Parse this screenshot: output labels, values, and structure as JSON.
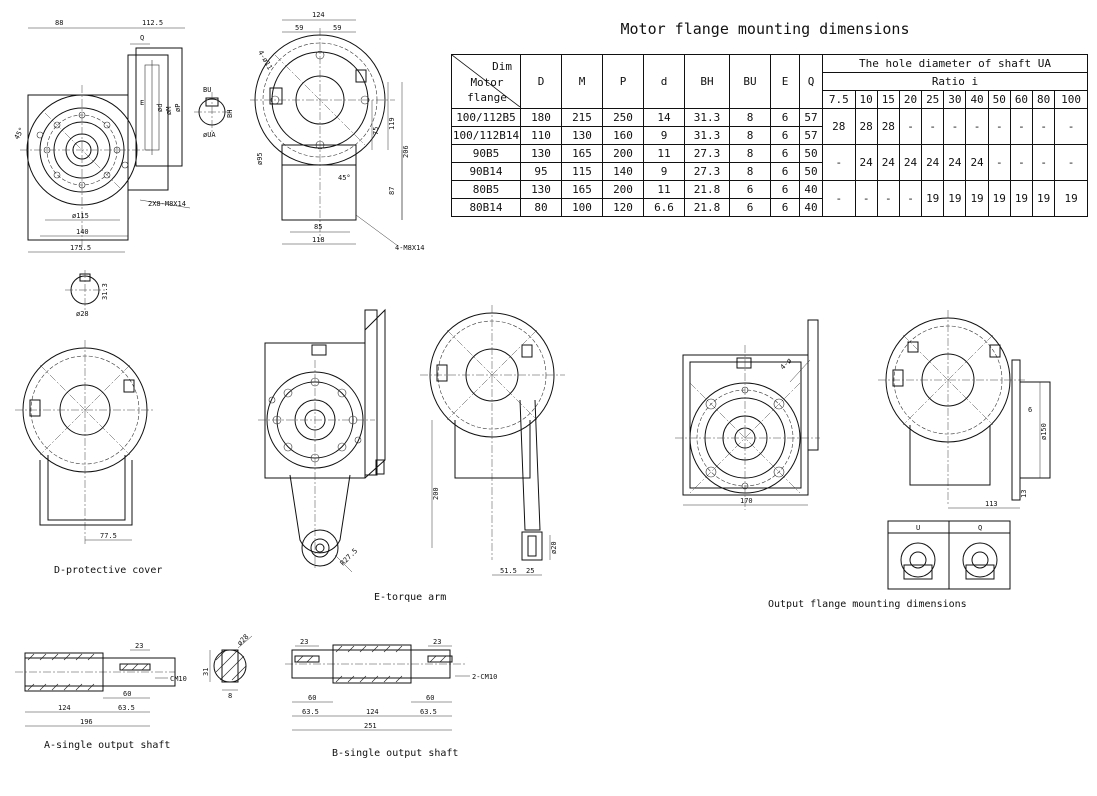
{
  "table": {
    "title": "Motor flange mounting dimensions",
    "corner_top": "Dim",
    "corner_bottom": "Motor flange",
    "columns": [
      "D",
      "M",
      "P",
      "d",
      "BH",
      "BU",
      "E",
      "Q"
    ],
    "ua_header": "The hole diameter of shaft UA",
    "ratio_header": "Ratio i",
    "ratios": [
      "7.5",
      "10",
      "15",
      "20",
      "25",
      "30",
      "40",
      "50",
      "60",
      "80",
      "100"
    ],
    "rows": [
      {
        "flange": "100/112B5",
        "values": [
          "180",
          "215",
          "250",
          "14",
          "31.3",
          "8",
          "6",
          "57"
        ]
      },
      {
        "flange": "100/112B14",
        "values": [
          "110",
          "130",
          "160",
          "9",
          "31.3",
          "8",
          "6",
          "57"
        ]
      },
      {
        "flange": "90B5",
        "values": [
          "130",
          "165",
          "200",
          "11",
          "27.3",
          "8",
          "6",
          "50"
        ]
      },
      {
        "flange": "90B14",
        "values": [
          "95",
          "115",
          "140",
          "9",
          "27.3",
          "8",
          "6",
          "50"
        ]
      },
      {
        "flange": "80B5",
        "values": [
          "130",
          "165",
          "200",
          "11",
          "21.8",
          "6",
          "6",
          "40"
        ]
      },
      {
        "flange": "80B14",
        "values": [
          "80",
          "100",
          "120",
          "6.6",
          "21.8",
          "6",
          "6",
          "40"
        ]
      }
    ],
    "ua_groups": [
      [
        "28",
        "28",
        "28",
        "-",
        "-",
        "-",
        "-",
        "-",
        "-",
        "-",
        "-"
      ],
      [
        "-",
        "24",
        "24",
        "24",
        "24",
        "24",
        "24",
        "-",
        "-",
        "-",
        "-"
      ],
      [
        "-",
        "-",
        "-",
        "-",
        "19",
        "19",
        "19",
        "19",
        "19",
        "19",
        "19"
      ]
    ]
  },
  "captions": {
    "d_cover": "D-protective cover",
    "e_torque": "E-torque arm",
    "output_flange": "Output flange mounting dimensions",
    "a_shaft": "A-single output shaft",
    "b_shaft": "B-single output shaft"
  },
  "dims": {
    "v1_88": "88",
    "v1_112_5": "112.5",
    "v1_q": "Q",
    "v1_45": "45°",
    "v1_phi115": "ø115",
    "v1_140": "140",
    "v1_175_5": "175.5",
    "v1_holes": "2X8-M8X14",
    "v1_phid": "ød",
    "v1_phim": "øM",
    "v1_phip": "øP",
    "v1_e": "E",
    "bu": "BU",
    "bh": "BH",
    "phiua": "øUA",
    "v2_124": "124",
    "v2_59a": "59",
    "v2_59b": "59",
    "v2_holes_top": "4-ø11",
    "v2_phi95": "ø95",
    "v2_45": "45°",
    "v2_75": "75",
    "v2_119": "119",
    "v2_206": "206",
    "v2_87": "87",
    "v2_85": "85",
    "v2_118": "118",
    "v2_holes_bot": "4-M8X14",
    "key_31_3": "31.3",
    "key_phi28": "ø28",
    "d_77_5": "77.5",
    "e_200": "200",
    "e_r27_5": "R27.5",
    "e_51_5": "51.5",
    "e_25": "25",
    "e_phi20": "ø20",
    "f_4_5": "4-ø",
    "f_170": "170",
    "f_113": "113",
    "f_phi150": "ø150",
    "f_6": "6",
    "f_13": "13",
    "f_u": "U",
    "f_q": "Q",
    "a_23": "23",
    "a_60": "60",
    "a_124": "124",
    "a_63_5": "63.5",
    "a_196": "196",
    "a_cm": "CM10",
    "k_phi28": "ø28",
    "k_31": "31",
    "k_8": "8",
    "b_23a": "23",
    "b_23b": "23",
    "b_60a": "60",
    "b_60b": "60",
    "b_124": "124",
    "b_63_5a": "63.5",
    "b_63_5b": "63.5",
    "b_251": "251",
    "b_cm": "2-CM10"
  }
}
